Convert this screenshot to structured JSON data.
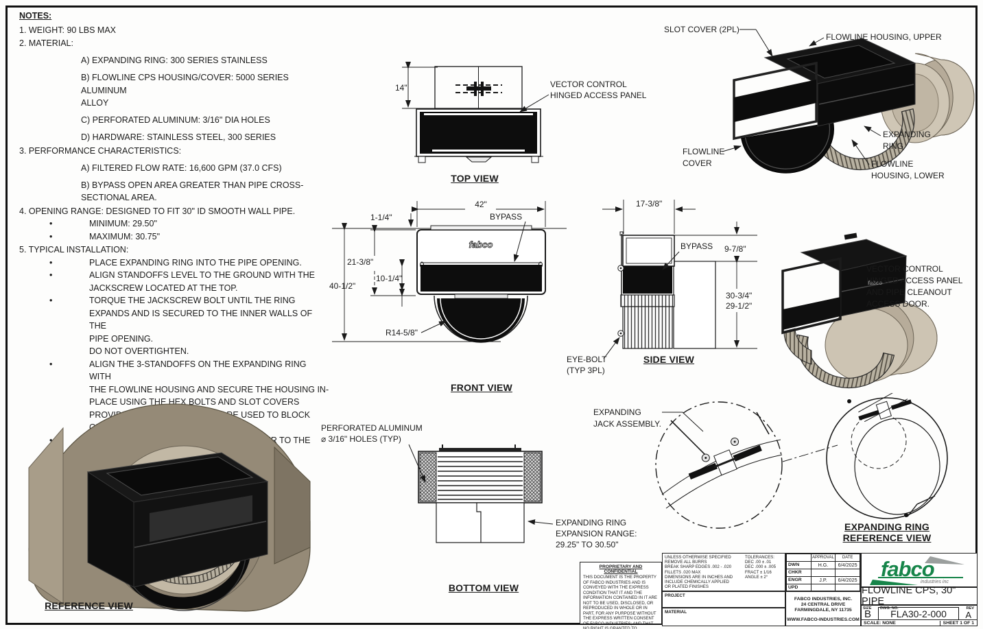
{
  "colors": {
    "ink": "#1a1a1a",
    "logo_green": "#17854a",
    "logo_gray": "#9b9f9e",
    "vault_tan": "#a89d89",
    "pipe_tan": "#c6bcab",
    "housing_black": "#0d0d0d"
  },
  "notes": {
    "title": "NOTES:",
    "lines": [
      {
        "style": "item",
        "text": "1. WEIGHT: 90 LBS MAX"
      },
      {
        "style": "item",
        "text": "2. MATERIAL:"
      },
      {
        "style": "sub",
        "text": "A) EXPANDING RING: 300 SERIES STAINLESS"
      },
      {
        "style": "sub",
        "text": "B) FLOWLINE CPS HOUSING/COVER: 5000 SERIES ALUMINUM\nALLOY"
      },
      {
        "style": "sub",
        "text": "C) PERFORATED ALUMINUM: 3/16\" DIA HOLES"
      },
      {
        "style": "sub",
        "text": "D) HARDWARE: STAINLESS STEEL, 300 SERIES"
      },
      {
        "style": "item",
        "text": "3. PERFORMANCE CHARACTERISTICS:"
      },
      {
        "style": "sub",
        "text": "A) FILTERED FLOW RATE: 16,600 GPM (37.0 CFS)"
      },
      {
        "style": "sub",
        "text": "B) BYPASS OPEN AREA GREATER THAN PIPE CROSS-\nSECTIONAL AREA."
      },
      {
        "style": "item",
        "text": "4. OPENING RANGE: DESIGNED TO FIT 30\" ID SMOOTH WALL PIPE."
      },
      {
        "style": "bullet",
        "text": "MINIMUM: 29.50\""
      },
      {
        "style": "bullet",
        "text": "MAXIMUM: 30.75\""
      },
      {
        "style": "item",
        "text": "5. TYPICAL INSTALLATION:"
      },
      {
        "style": "bullet",
        "text": "PLACE EXPANDING RING INTO THE PIPE  OPENING."
      },
      {
        "style": "bullet",
        "text": "ALIGN STANDOFFS LEVEL TO THE GROUND WITH THE\nJACKSCREW LOCATED AT THE TOP."
      },
      {
        "style": "bullet",
        "text": "TORQUE THE JACKSCREW BOLT UNTIL THE RING\nEXPANDS AND IS SECURED TO THE INNER WALLS OF THE\nPIPE OPENING.\nDO NOT OVERTIGHTEN."
      },
      {
        "style": "bullet",
        "text": "ALIGN THE 3-STANDOFFS ON THE EXPANDING RING WITH\nTHE FLOWLINE HOUSING AND SECURE THE HOUSING IN-\nPLACE USING THE HEX BOLTS AND SLOT COVERS\nPROVIDED. THE SLOT COVERS ARE USED TO BLOCK\nOUTSIDE OPENINGS > 5mm (3/16\")."
      },
      {
        "style": "bullet",
        "text": "FINISH BY SECURING THE FLOWLINE COVER TO THE\nHOUSING USING THE EYEBOLTS PROVIDED."
      }
    ]
  },
  "top_view": {
    "title": "TOP VIEW",
    "dim_height": "14\"",
    "callout_line1": "VECTOR CONTROL",
    "callout_line2": "HINGED ACCESS PANEL"
  },
  "front_view": {
    "title": "FRONT VIEW",
    "dim_width": "42\"",
    "dim_lid": "1-1/4\"",
    "dim_upper": "21-3/8\"",
    "dim_band": "10-1/4\"",
    "dim_total": "40-1/2\"",
    "dim_radius": "R14-5/8\"",
    "callout_bypass": "BYPASS",
    "unit_logo": "fabco"
  },
  "side_view": {
    "title": "SIDE VIEW",
    "dim_depth": "17-3/8\"",
    "dim_top": "9-7/8\"",
    "dim_pipe_a": "30-3/4\"",
    "dim_pipe_b": "29-1/2\"",
    "callout_bypass": "BYPASS",
    "eyebolt_line1": "EYE-BOLT",
    "eyebolt_line2": "(TYP 3PL)"
  },
  "bottom_view": {
    "title": "BOTTOM VIEW",
    "perf_line1": "PERFORATED ALUMINUM",
    "perf_line2": "⌀ 3/16\" HOLES (TYP)",
    "range_line1": "EXPANDING RING",
    "range_line2": "EXPANSION RANGE:",
    "range_line3": "29.25\" TO 30.50\""
  },
  "exploded_view": {
    "slot_cover": "SLOT COVER (2PL)",
    "housing_upper": "FLOWLINE HOUSING, UPPER",
    "ring_line1": "EXPANDING",
    "ring_line2": "RING",
    "lower_line1": "FLOWLINE",
    "lower_line2": "HOUSING, LOWER",
    "cover_line1": "FLOWLINE",
    "cover_line2": "COVER"
  },
  "vector_view": {
    "line1": "VECTOR CONTROL",
    "line2": "HINGED ACCESS PANEL",
    "line3": "AND PIPE CLEANOUT",
    "line4": "ACCESS DOOR."
  },
  "reference_view": {
    "title": "REFERENCE VIEW"
  },
  "ring_view": {
    "jack_line1": "EXPANDING",
    "jack_line2": "JACK ASSEMBLY.",
    "title_line1": "EXPANDING RING",
    "title_line2": "REFERENCE VIEW"
  },
  "title_block": {
    "proprietary_title": "PROPRIETARY AND CONFIDENTIAL",
    "proprietary_body": "THIS DOCUMENT IS THE PROPERTY OF FABCO INDUSTRIES AND IS CONVEYED WITH THE EXPRESS CONDITION THAT IT AND THE INFORMATION CONTAINED IN IT ARE NOT TO BE USED, DISCLOSED, OR REPRODUCED IN WHOLE OR IN PART, FOR ANY PURPOSE WITHOUT THE EXPRESS WRITTEN CONSENT OF FABCO INDUSTRIES; AND THAT NO RIGHT IS GRANTED TO DISCLOSE OR SO USE ANY INFORMATION CONTAINED IN SAID DOCUMENT.",
    "spec_lines": "UNLESS OTHERWISE SPECIFIED\nREMOVE ALL BURRS\nBREAK SHARP EDGES .002 - .020\nFILLETS .020 MAX\nDIMENSIONS ARE IN INCHES AND\nINCLUDE CHEMICALLY APPLIED\nOR PLATED FINISHES",
    "tolerance_lines": "TOLERANCES:\nDEC .00 ± .01\nDEC .000 ± .005\nFRACT ± 1/16\nANGLE ± 2°",
    "project_label": "PROJECT",
    "material_label": "MATERIAL",
    "approval_header": "APPROVAL",
    "date_header": "DATE",
    "rows": [
      {
        "label": "DWN",
        "approval": "H.G.",
        "date": "6/4/2025"
      },
      {
        "label": "CHKR",
        "approval": "",
        "date": ""
      },
      {
        "label": "ENGR",
        "approval": "J.P.",
        "date": "6/4/2025"
      },
      {
        "label": "UPD",
        "approval": "",
        "date": ""
      }
    ],
    "company": "FABCO INDUSTRIES, INC.\n24 CENTRAL DRIVE\nFARMINGDALE, NY 11735",
    "website": "WWW.FABCO-INDUSTRIES.COM",
    "logo_text": "fabco",
    "logo_sub": "industries inc",
    "drawing_title": "FLOWLINE CPS, 30\" PIPE",
    "size_label": "SIZE",
    "size_value": "B",
    "dwg_label": "DWG. NO.",
    "dwg_value": "FLA30-2-000",
    "rev_label": "REV",
    "rev_value": "A",
    "scale_text": "SCALE:  NONE",
    "sheet_text": "SHEET 1 OF 1"
  }
}
